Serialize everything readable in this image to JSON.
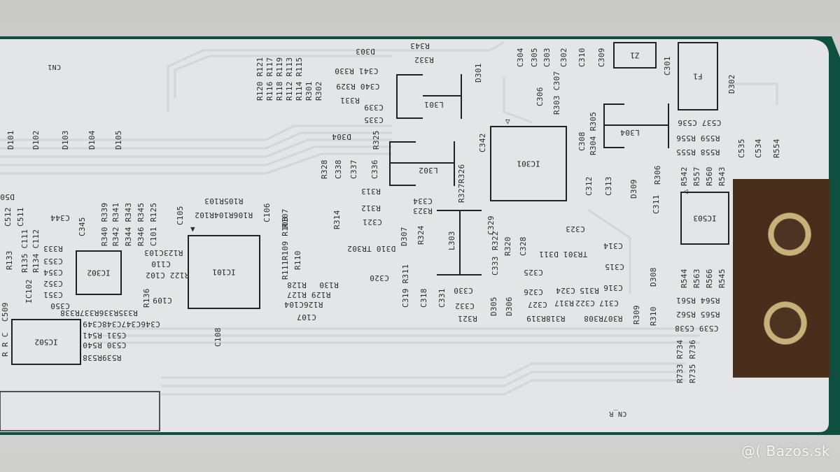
{
  "watermark": "@( Bazos.sk",
  "colors": {
    "board_green": "#0f4f3f",
    "silkscreen_white": "#e6e7e8",
    "copper": "#4a2e1c",
    "ink": "#2a2a2a"
  },
  "connectors": {
    "left": "CN1",
    "right": "CN_R"
  },
  "ics": {
    "ic101": "IC101",
    "ic301": "IC301",
    "ic302": "IC302",
    "ic502": "IC502",
    "ic503": "IC503"
  },
  "inductors": {
    "l301": "L301",
    "l302": "L302",
    "l303": "L303",
    "l304": "L304"
  },
  "fuse": "F1",
  "zener": "Z1",
  "diodes_row": [
    "D101",
    "D102",
    "D103",
    "D104",
    "D105"
  ],
  "labels": {
    "d303": "D303",
    "r343": "R343",
    "r332": "R332",
    "d301": "D301",
    "r_group1": "R120 R121",
    "r_group2": "R116 R117",
    "r_group3": "R118 R119",
    "r_group4": "R112 R113",
    "r_group5": "R114 R115",
    "r301": "R301",
    "r302": "R302",
    "c341r330": "C341 R330",
    "c340r329": "C340 R329",
    "r331": "R331",
    "c339": "C339",
    "c335": "C335",
    "d304": "D304",
    "r325": "R325",
    "c304": "C304",
    "c305": "C305",
    "c302": "C302",
    "c303": "C303",
    "c310": "C310",
    "c309": "C309",
    "c301": "C301",
    "d302": "D302",
    "c306": "C306",
    "r303c307": "R303 C307",
    "c308": "C308",
    "r304r305": "R304 R305",
    "c342": "C342",
    "c537c536": "C537 C536",
    "r559r556": "R559 R556",
    "r558r555": "R558 R555",
    "c535": "C535",
    "c534": "C534",
    "r554": "R554",
    "r328": "R328",
    "c338": "C338",
    "c337": "C337",
    "c336": "C336",
    "r327r326": "R327R326",
    "r313": "R313",
    "r312": "R312",
    "r314": "R314",
    "r323": "R323",
    "c334": "C334",
    "c321": "C321",
    "c312": "C312",
    "c313": "C313",
    "d309": "D309",
    "r306": "R306",
    "c311": "C311",
    "r542": "R542",
    "r557": "R557",
    "r560": "R560",
    "r543": "R543",
    "d307": "D307",
    "r324": "R324",
    "c329": "C329",
    "r322": "R322",
    "r320": "R320",
    "c328": "C328",
    "c323": "C323",
    "d310tr302": "D310 TR302",
    "c333": "C333",
    "c325": "C325",
    "tr301d311": "TR301 D311",
    "c314": "C314",
    "c315": "C315",
    "d308": "D308",
    "c320": "C320",
    "c319r311": "C319 R311",
    "c318": "C318",
    "c331": "C331",
    "c330": "C330",
    "c332": "C332",
    "d305": "D305",
    "d306": "D306",
    "c326": "C326",
    "c324": "C324",
    "r315": "R315",
    "c316": "C316",
    "c327": "C327",
    "r317": "R317",
    "c322": "C322",
    "c317": "C317",
    "r321": "R321",
    "r307r308": "R307R308",
    "r318r319": "R318R319",
    "r309": "R309",
    "r310": "R310",
    "r544": "R544",
    "r563": "R563",
    "r566": "R566",
    "r545": "R545",
    "r564r561": "R564 R561",
    "r565r562": "R565 R562",
    "c539c538": "C539 C538",
    "r733r734": "R733 R734",
    "r735r736": "R735 R736",
    "c512": "C512",
    "c511": "C511",
    "r133": "R133",
    "r135c111": "R135 C111",
    "r134c112": "R134 C112",
    "c344": "C344",
    "c345": "C345",
    "r340r339": "R340 R339",
    "r342r341": "R342 R341",
    "r344r343": "R344 R343",
    "r346r345": "R346 R345",
    "c101r125": "C101 R125",
    "r333": "R333",
    "c353": "C353",
    "c354": "C354",
    "c352": "C352",
    "c351": "C351",
    "ic102": "IC102",
    "c350": "C350",
    "r335r336r337r338": "R335R336R337R338",
    "c346c347c348c349": "C346C347C348C349",
    "c530r540": "C530 R540",
    "c531r541": "C531 R541",
    "r539r538": "R539R538",
    "c509": "C509",
    "r_frag": "R R C",
    "c105": "C105",
    "r105r103": "R105R103",
    "r106r104r102": "R106R104R102",
    "c106": "C106",
    "r107": "R107",
    "r111r109r108": "R111R109 R108",
    "r110": "R110",
    "r128": "R128",
    "r129r127": "R129 R127",
    "r130": "R130",
    "r126c104": "R126C104",
    "c107": "C107",
    "c108": "C108",
    "c109": "C109",
    "r136": "R136",
    "r122c102": "R122 C102",
    "c110": "C110",
    "r123c103": "R123C103",
    "d50": "D50"
  }
}
